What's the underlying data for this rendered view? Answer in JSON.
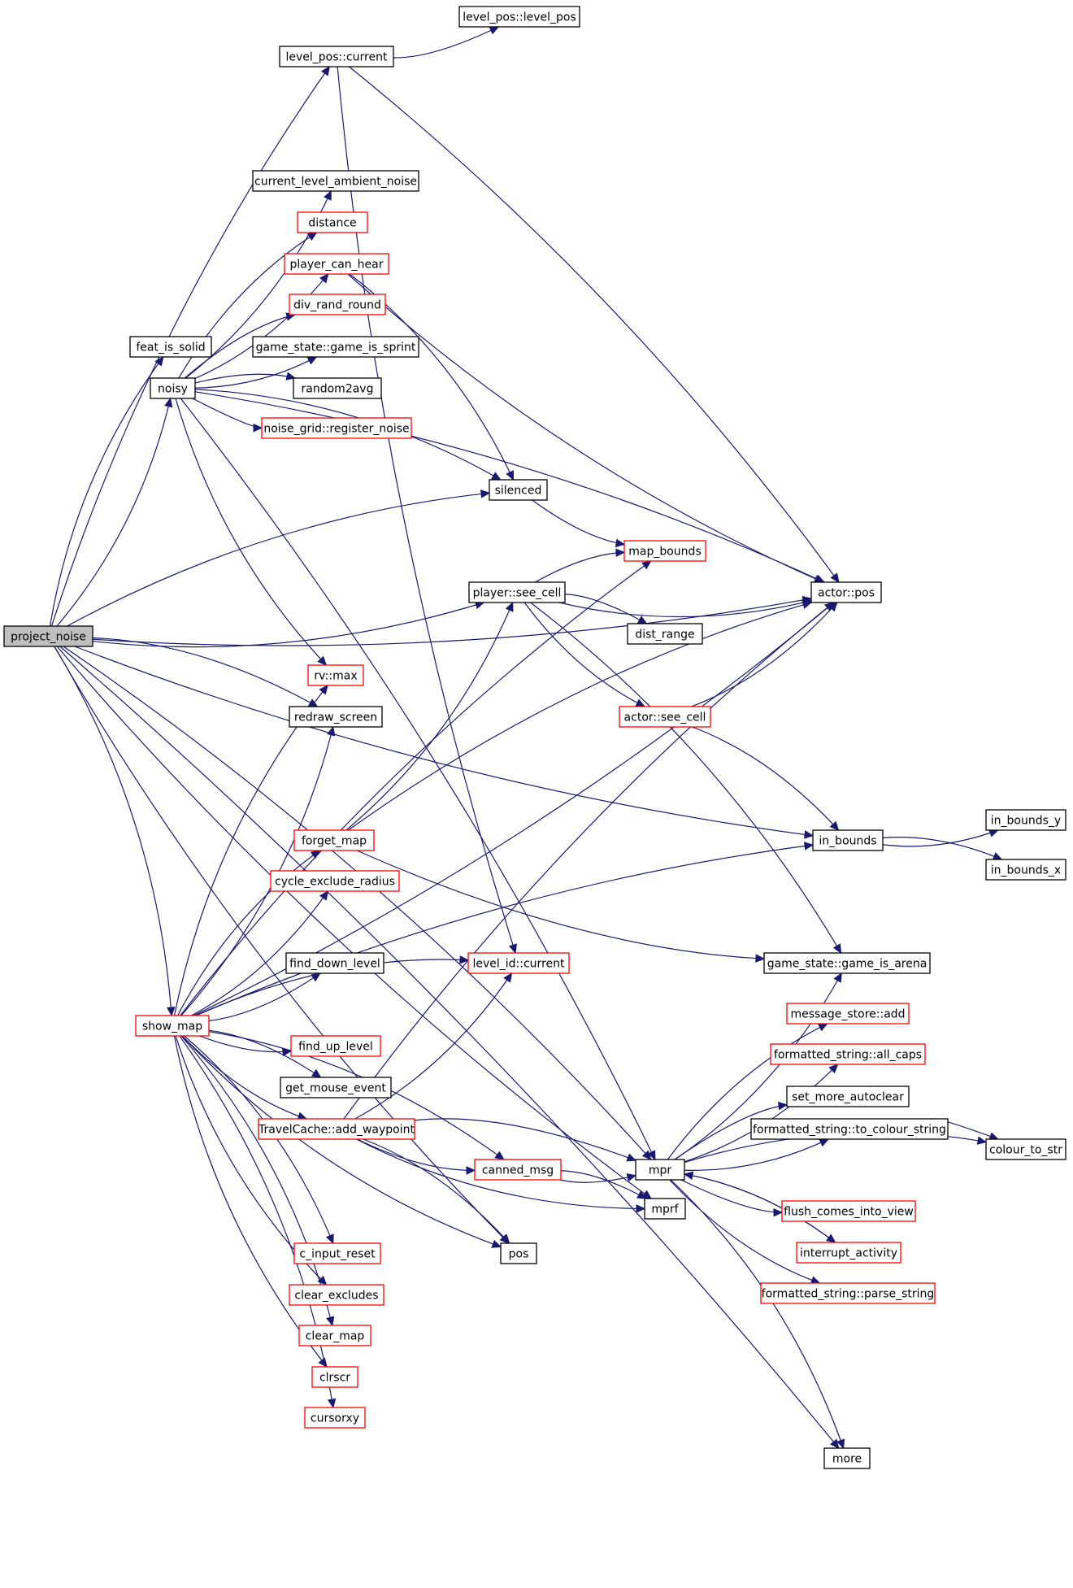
{
  "nodes": {
    "project_noise": {
      "label": "project_noise",
      "border": "#000000",
      "fill": "#bfbfbf"
    },
    "level_pos_level_pos": {
      "label": "level_pos::level_pos",
      "border": "#000000",
      "fill": "#ffffff"
    },
    "level_pos_current": {
      "label": "level_pos::current",
      "border": "#000000",
      "fill": "#ffffff"
    },
    "current_level_ambient_noise": {
      "label": "current_level_ambient_noise",
      "border": "#000000",
      "fill": "#ffffff"
    },
    "distance": {
      "label": "distance",
      "border": "#ff0000",
      "fill": "#ffffff"
    },
    "player_can_hear": {
      "label": "player_can_hear",
      "border": "#ff0000",
      "fill": "#ffffff"
    },
    "div_rand_round": {
      "label": "div_rand_round",
      "border": "#ff0000",
      "fill": "#ffffff"
    },
    "feat_is_solid": {
      "label": "feat_is_solid",
      "border": "#000000",
      "fill": "#ffffff"
    },
    "game_is_sprint": {
      "label": "game_state::game_is_sprint",
      "border": "#000000",
      "fill": "#ffffff"
    },
    "noisy": {
      "label": "noisy",
      "border": "#000000",
      "fill": "#ffffff"
    },
    "random2avg": {
      "label": "random2avg",
      "border": "#000000",
      "fill": "#ffffff"
    },
    "register_noise": {
      "label": "noise_grid::register_noise",
      "border": "#ff0000",
      "fill": "#ffffff"
    },
    "silenced": {
      "label": "silenced",
      "border": "#000000",
      "fill": "#ffffff"
    },
    "map_bounds": {
      "label": "map_bounds",
      "border": "#ff0000",
      "fill": "#ffffff"
    },
    "player_see_cell": {
      "label": "player::see_cell",
      "border": "#000000",
      "fill": "#ffffff"
    },
    "actor_pos": {
      "label": "actor::pos",
      "border": "#000000",
      "fill": "#ffffff"
    },
    "dist_range": {
      "label": "dist_range",
      "border": "#000000",
      "fill": "#ffffff"
    },
    "rv_max": {
      "label": "rv::max",
      "border": "#ff0000",
      "fill": "#ffffff"
    },
    "redraw_screen": {
      "label": "redraw_screen",
      "border": "#000000",
      "fill": "#ffffff"
    },
    "actor_see_cell": {
      "label": "actor::see_cell",
      "border": "#ff0000",
      "fill": "#ffffff"
    },
    "in_bounds_y": {
      "label": "in_bounds_y",
      "border": "#000000",
      "fill": "#ffffff"
    },
    "forget_map": {
      "label": "forget_map",
      "border": "#ff0000",
      "fill": "#ffffff"
    },
    "in_bounds": {
      "label": "in_bounds",
      "border": "#000000",
      "fill": "#ffffff"
    },
    "in_bounds_x": {
      "label": "in_bounds_x",
      "border": "#000000",
      "fill": "#ffffff"
    },
    "cycle_exclude_radius": {
      "label": "cycle_exclude_radius",
      "border": "#ff0000",
      "fill": "#ffffff"
    },
    "find_down_level": {
      "label": "find_down_level",
      "border": "#000000",
      "fill": "#ffffff"
    },
    "level_id_current": {
      "label": "level_id::current",
      "border": "#ff0000",
      "fill": "#ffffff"
    },
    "game_is_arena": {
      "label": "game_state::game_is_arena",
      "border": "#000000",
      "fill": "#ffffff"
    },
    "message_store_add": {
      "label": "message_store::add",
      "border": "#ff0000",
      "fill": "#ffffff"
    },
    "show_map": {
      "label": "show_map",
      "border": "#ff0000",
      "fill": "#ffffff"
    },
    "find_up_level": {
      "label": "find_up_level",
      "border": "#ff0000",
      "fill": "#ffffff"
    },
    "all_caps": {
      "label": "formatted_string::all_caps",
      "border": "#ff0000",
      "fill": "#ffffff"
    },
    "get_mouse_event": {
      "label": "get_mouse_event",
      "border": "#000000",
      "fill": "#ffffff"
    },
    "set_more_autoclear": {
      "label": "set_more_autoclear",
      "border": "#000000",
      "fill": "#ffffff"
    },
    "add_waypoint": {
      "label": "TravelCache::add_waypoint",
      "border": "#ff0000",
      "fill": "#ffffff"
    },
    "to_colour_string": {
      "label": "formatted_string::to_colour_string",
      "border": "#000000",
      "fill": "#ffffff"
    },
    "colour_to_str": {
      "label": "colour_to_str",
      "border": "#000000",
      "fill": "#ffffff"
    },
    "canned_msg": {
      "label": "canned_msg",
      "border": "#ff0000",
      "fill": "#ffffff"
    },
    "mpr": {
      "label": "mpr",
      "border": "#000000",
      "fill": "#ffffff"
    },
    "mprf": {
      "label": "mprf",
      "border": "#000000",
      "fill": "#ffffff"
    },
    "flush_comes_into_view": {
      "label": "flush_comes_into_view",
      "border": "#ff0000",
      "fill": "#ffffff"
    },
    "interrupt_activity": {
      "label": "interrupt_activity",
      "border": "#ff0000",
      "fill": "#ffffff"
    },
    "c_input_reset": {
      "label": "c_input_reset",
      "border": "#ff0000",
      "fill": "#ffffff"
    },
    "pos": {
      "label": "pos",
      "border": "#000000",
      "fill": "#ffffff"
    },
    "parse_string": {
      "label": "formatted_string::parse_string",
      "border": "#ff0000",
      "fill": "#ffffff"
    },
    "clear_excludes": {
      "label": "clear_excludes",
      "border": "#ff0000",
      "fill": "#ffffff"
    },
    "clear_map": {
      "label": "clear_map",
      "border": "#ff0000",
      "fill": "#ffffff"
    },
    "clrscr": {
      "label": "clrscr",
      "border": "#ff0000",
      "fill": "#ffffff"
    },
    "cursorxy": {
      "label": "cursorxy",
      "border": "#ff0000",
      "fill": "#ffffff"
    },
    "more": {
      "label": "more",
      "border": "#000000",
      "fill": "#ffffff"
    }
  },
  "edges": [
    [
      "project_noise",
      "level_pos_current"
    ],
    [
      "project_noise",
      "actor_pos"
    ],
    [
      "project_noise",
      "feat_is_solid"
    ],
    [
      "project_noise",
      "noisy"
    ],
    [
      "project_noise",
      "silenced"
    ],
    [
      "project_noise",
      "player_see_cell"
    ],
    [
      "project_noise",
      "redraw_screen"
    ],
    [
      "project_noise",
      "in_bounds"
    ],
    [
      "project_noise",
      "show_map"
    ],
    [
      "project_noise",
      "pos"
    ],
    [
      "project_noise",
      "mpr"
    ],
    [
      "project_noise",
      "mprf"
    ],
    [
      "project_noise",
      "more"
    ],
    [
      "level_pos_current",
      "level_pos_level_pos"
    ],
    [
      "level_pos_current",
      "actor_pos"
    ],
    [
      "level_pos_current",
      "level_id_current"
    ],
    [
      "noisy",
      "actor_pos"
    ],
    [
      "noisy",
      "current_level_ambient_noise"
    ],
    [
      "noisy",
      "distance"
    ],
    [
      "noisy",
      "player_can_hear"
    ],
    [
      "noisy",
      "div_rand_round"
    ],
    [
      "noisy",
      "game_is_sprint"
    ],
    [
      "noisy",
      "random2avg"
    ],
    [
      "noisy",
      "register_noise"
    ],
    [
      "noisy",
      "silenced"
    ],
    [
      "noisy",
      "rv_max"
    ],
    [
      "noisy",
      "mpr"
    ],
    [
      "player_can_hear",
      "actor_pos"
    ],
    [
      "player_can_hear",
      "silenced"
    ],
    [
      "silenced",
      "map_bounds"
    ],
    [
      "player_see_cell",
      "map_bounds"
    ],
    [
      "player_see_cell",
      "actor_pos"
    ],
    [
      "player_see_cell",
      "dist_range"
    ],
    [
      "player_see_cell",
      "actor_see_cell"
    ],
    [
      "player_see_cell",
      "game_is_arena"
    ],
    [
      "actor_see_cell",
      "actor_pos"
    ],
    [
      "actor_see_cell",
      "in_bounds"
    ],
    [
      "in_bounds",
      "in_bounds_y"
    ],
    [
      "in_bounds",
      "in_bounds_x"
    ],
    [
      "forget_map",
      "player_see_cell"
    ],
    [
      "forget_map",
      "actor_pos"
    ],
    [
      "forget_map",
      "game_is_arena"
    ],
    [
      "show_map",
      "rv_max"
    ],
    [
      "show_map",
      "redraw_screen"
    ],
    [
      "show_map",
      "map_bounds"
    ],
    [
      "show_map",
      "actor_pos"
    ],
    [
      "show_map",
      "forget_map"
    ],
    [
      "show_map",
      "cycle_exclude_radius"
    ],
    [
      "show_map",
      "in_bounds"
    ],
    [
      "show_map",
      "find_down_level"
    ],
    [
      "show_map",
      "level_id_current"
    ],
    [
      "show_map",
      "find_up_level"
    ],
    [
      "show_map",
      "get_mouse_event"
    ],
    [
      "show_map",
      "add_waypoint"
    ],
    [
      "show_map",
      "canned_msg"
    ],
    [
      "show_map",
      "pos"
    ],
    [
      "show_map",
      "c_input_reset"
    ],
    [
      "show_map",
      "clear_excludes"
    ],
    [
      "show_map",
      "clear_map"
    ],
    [
      "show_map",
      "clrscr"
    ],
    [
      "show_map",
      "cursorxy"
    ],
    [
      "add_waypoint",
      "level_id_current"
    ],
    [
      "add_waypoint",
      "actor_pos"
    ],
    [
      "add_waypoint",
      "canned_msg"
    ],
    [
      "add_waypoint",
      "mpr"
    ],
    [
      "add_waypoint",
      "mprf"
    ],
    [
      "add_waypoint",
      "pos"
    ],
    [
      "canned_msg",
      "mpr"
    ],
    [
      "canned_msg",
      "mprf"
    ],
    [
      "mpr",
      "game_is_arena"
    ],
    [
      "mpr",
      "message_store_add"
    ],
    [
      "mpr",
      "all_caps"
    ],
    [
      "mpr",
      "set_more_autoclear"
    ],
    [
      "mpr",
      "to_colour_string"
    ],
    [
      "mpr",
      "colour_to_str"
    ],
    [
      "mpr",
      "flush_comes_into_view"
    ],
    [
      "mpr",
      "interrupt_activity"
    ],
    [
      "mpr",
      "parse_string"
    ],
    [
      "mpr",
      "more"
    ],
    [
      "interrupt_activity",
      "mpr"
    ],
    [
      "to_colour_string",
      "colour_to_str"
    ]
  ]
}
